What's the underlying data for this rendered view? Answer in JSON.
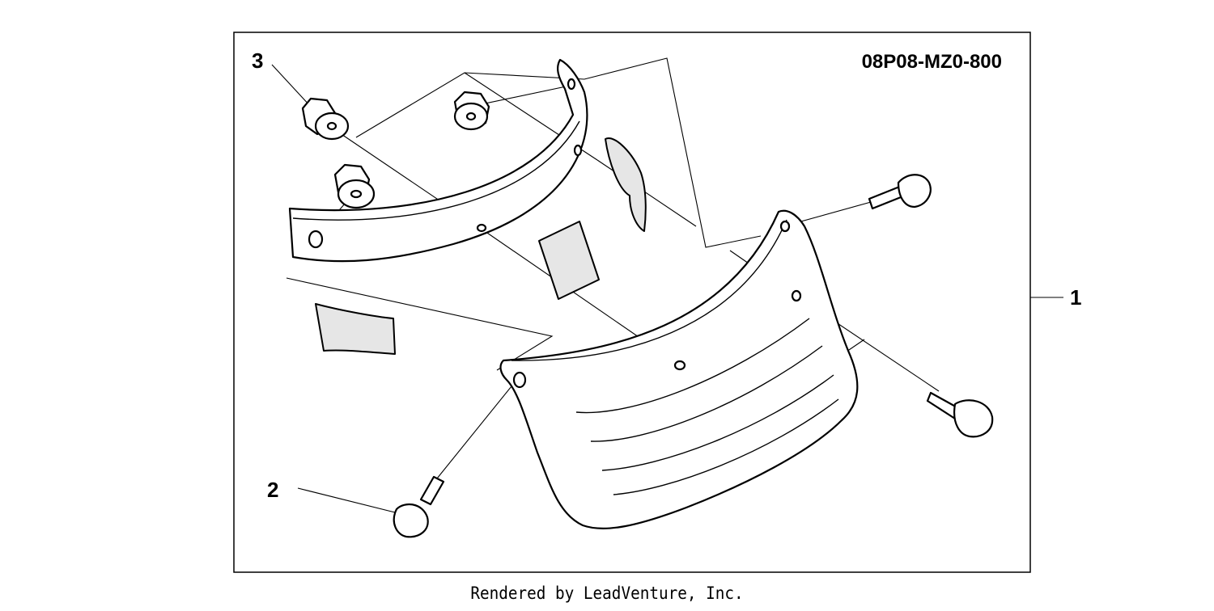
{
  "diagram": {
    "part_number": "08P08-MZ0-800",
    "callouts": [
      "1",
      "2",
      "3"
    ],
    "footer": "Rendered by LeadVenture, Inc."
  }
}
